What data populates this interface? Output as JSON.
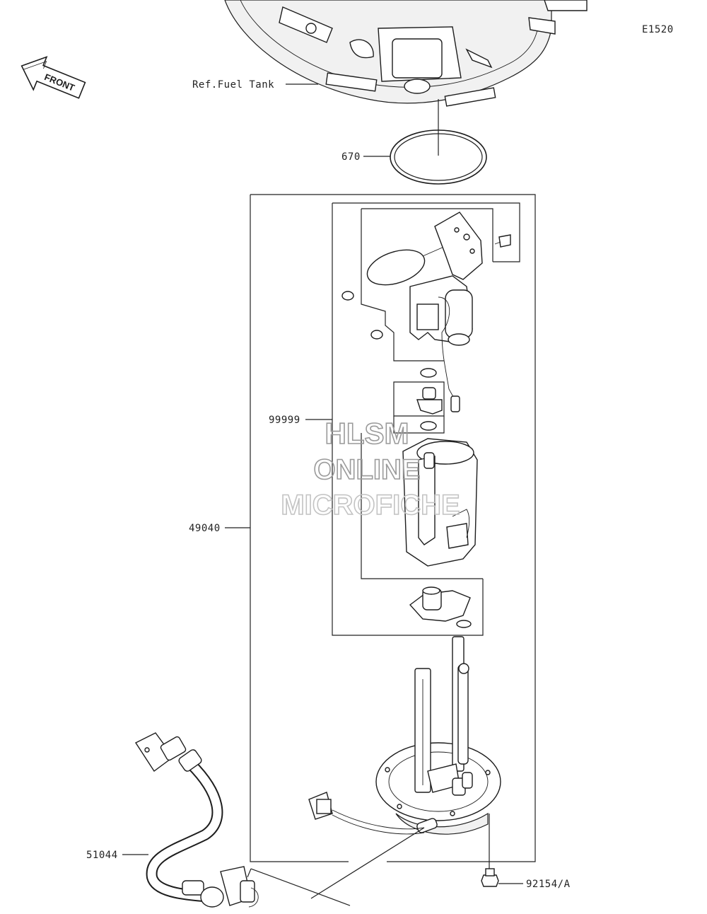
{
  "diagram_code": "E1520",
  "front_arrow": {
    "label": "FRONT"
  },
  "callouts": {
    "fuel_tank_ref": "Ref.Fuel Tank",
    "o_ring": "670",
    "sub_assembly": "99999",
    "pump_assembly": "49040",
    "harness": "51044",
    "bolt": "92154/A"
  },
  "watermark": {
    "line1": "HLSM",
    "line2": "ONLINE",
    "line3": "MICROFICHE"
  },
  "colors": {
    "ink": "#1d1d1d",
    "watermark": "#9a9a9a",
    "background": "#ffffff"
  }
}
